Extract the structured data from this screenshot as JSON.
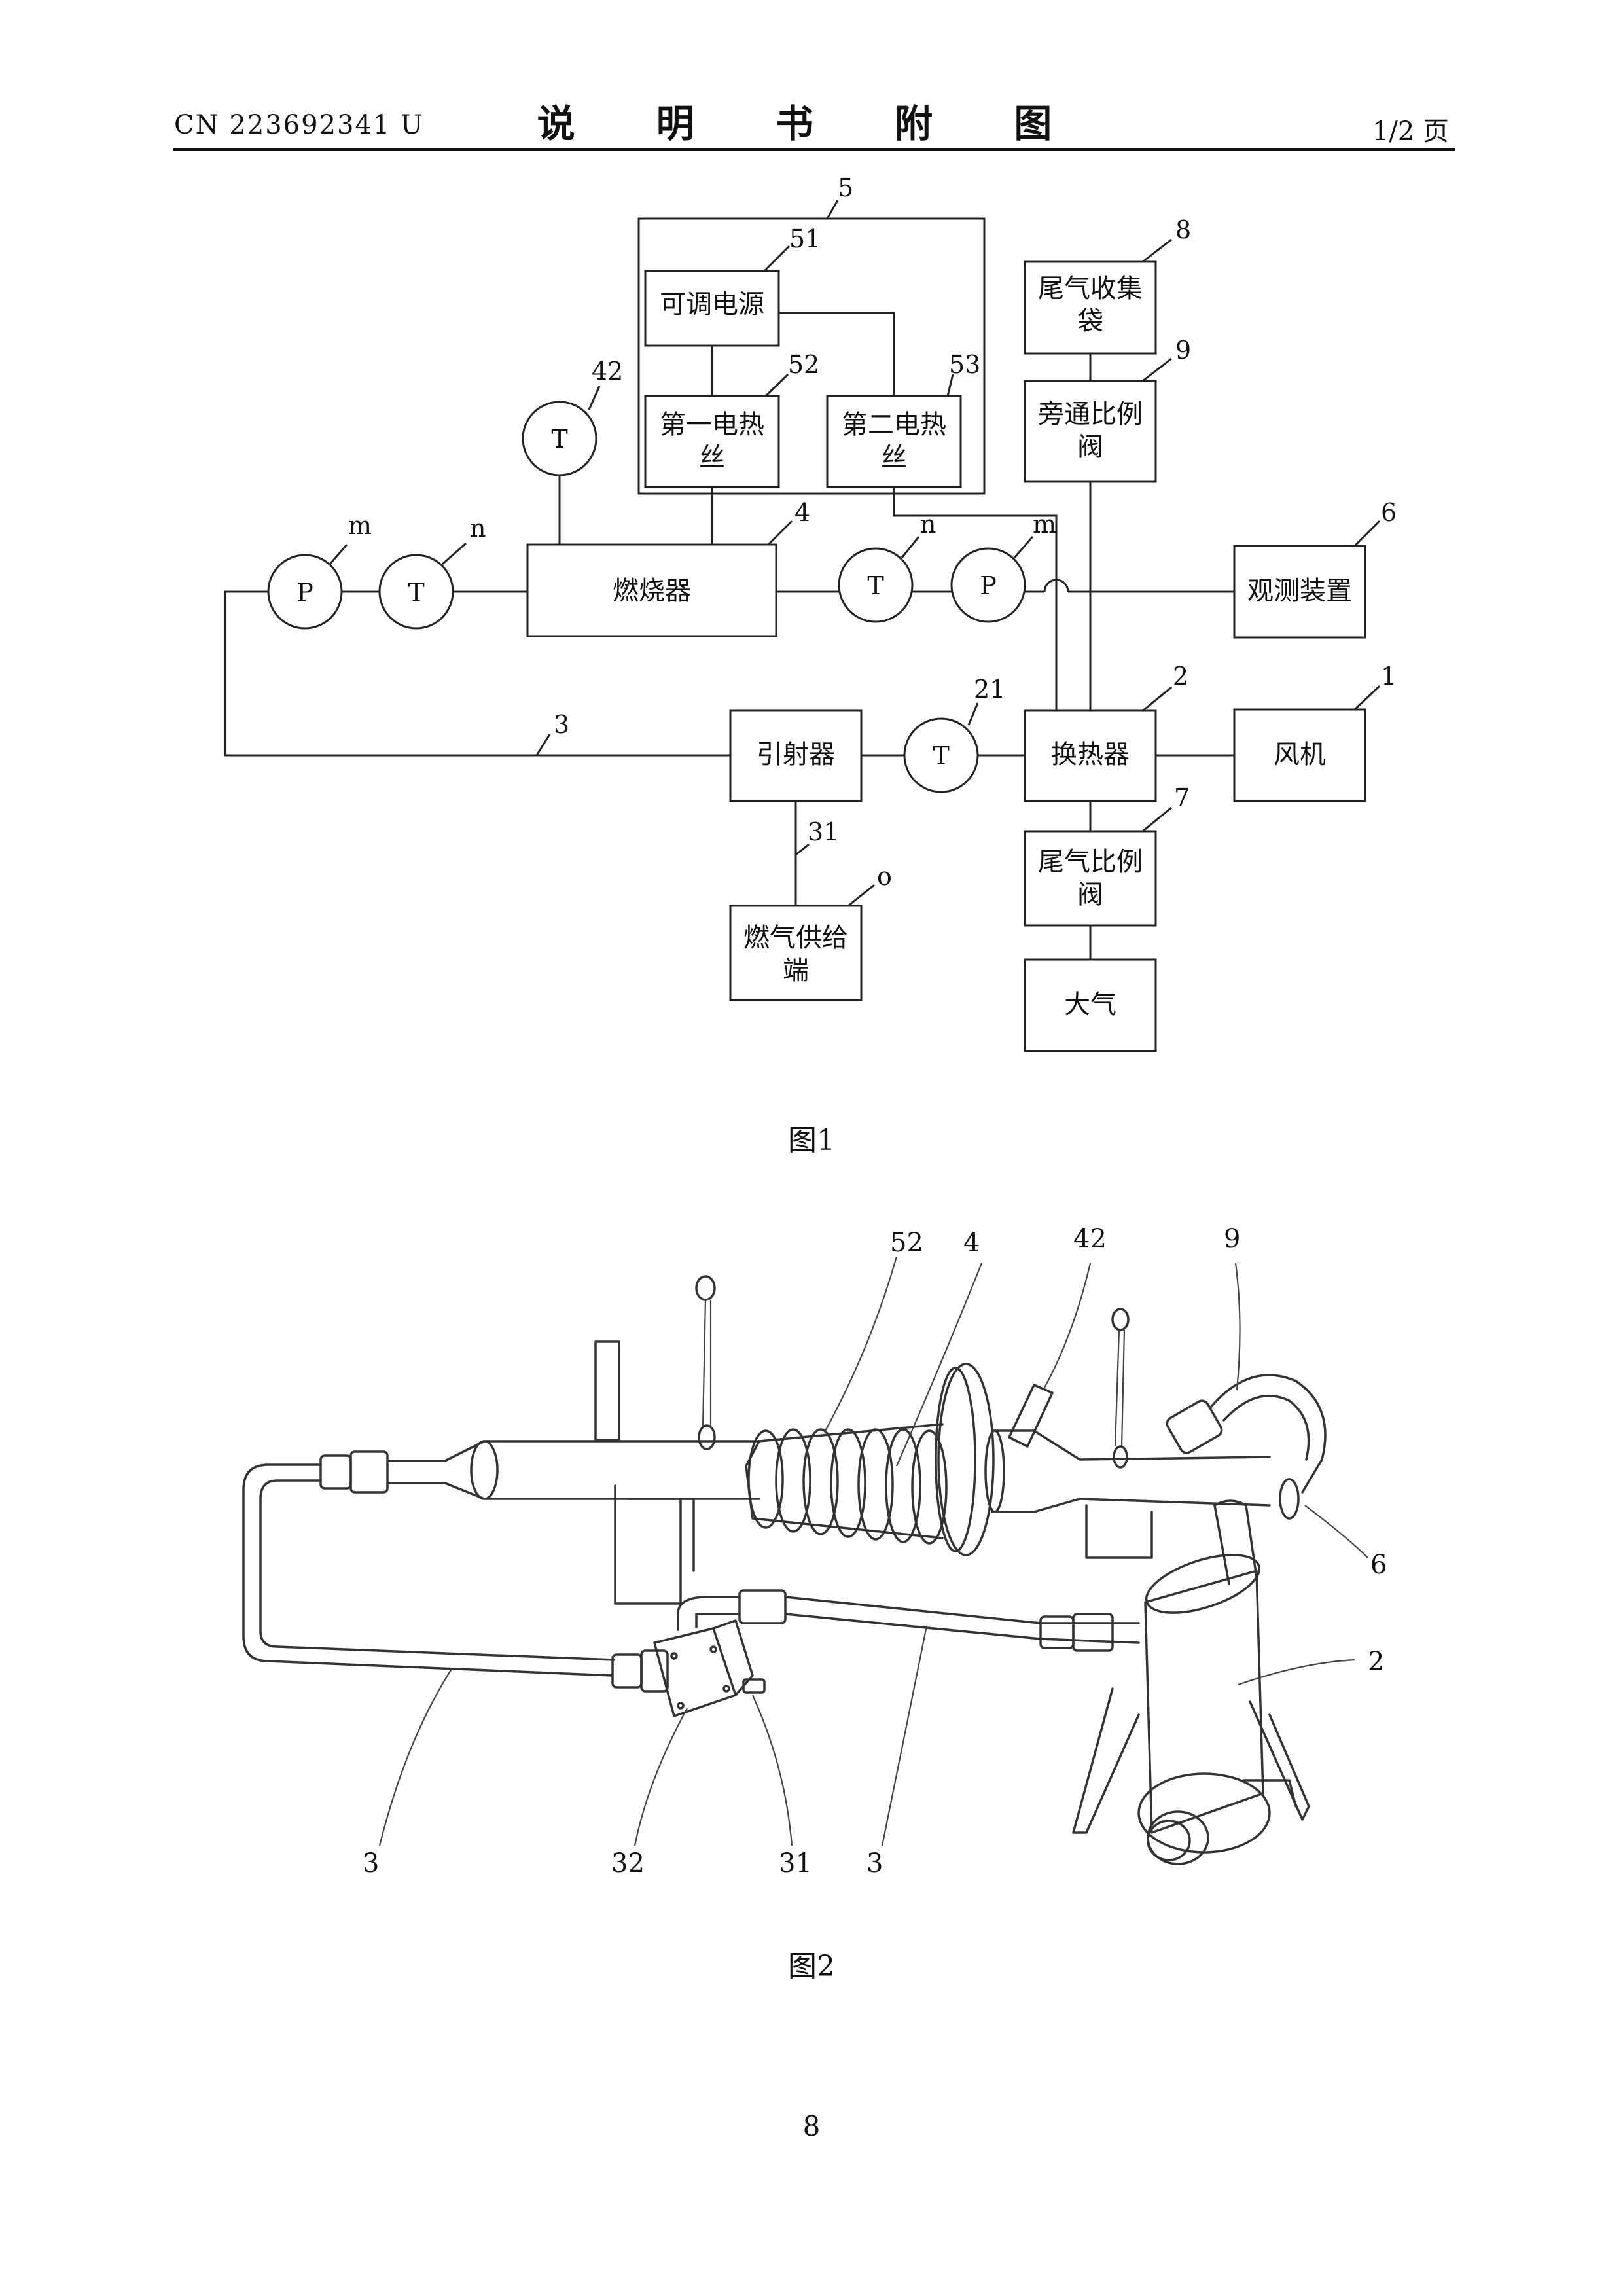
{
  "header": {
    "doc_number": "CN 223692341 U",
    "title": "说 明 书 附 图",
    "page_of": "1/2 页"
  },
  "figure1": {
    "caption": "图1",
    "boxes": {
      "power": {
        "lines": [
          "可调电源"
        ]
      },
      "heater1": {
        "lines": [
          "第一电热",
          "丝"
        ]
      },
      "heater2": {
        "lines": [
          "第二电热",
          "丝"
        ]
      },
      "burner": {
        "lines": [
          "燃烧器"
        ]
      },
      "bag": {
        "lines": [
          "尾气收集",
          "袋"
        ]
      },
      "bypass": {
        "lines": [
          "旁通比例",
          "阀"
        ]
      },
      "observer": {
        "lines": [
          "观测装置"
        ]
      },
      "ejector": {
        "lines": [
          "引射器"
        ]
      },
      "exchanger": {
        "lines": [
          "换热器"
        ]
      },
      "fan": {
        "lines": [
          "风机"
        ]
      },
      "tailvalve": {
        "lines": [
          "尾气比例",
          "阀"
        ]
      },
      "gas": {
        "lines": [
          "燃气供给",
          "端"
        ]
      },
      "atmosphere": {
        "lines": [
          "大气"
        ]
      }
    },
    "sensors": {
      "s42": "T",
      "sP1": "P",
      "sT1": "T",
      "sT2": "T",
      "sP2": "P",
      "s21": "T"
    },
    "labels": {
      "l5": "5",
      "l51": "51",
      "l52": "52",
      "l53": "53",
      "l42": "42",
      "l4": "4",
      "l8": "8",
      "l9": "9",
      "l6": "6",
      "l1": "1",
      "l2": "2",
      "l7": "7",
      "l21": "21",
      "l3": "3",
      "l31": "31",
      "lo": "o",
      "lm1": "m",
      "ln1": "n",
      "ln2": "n",
      "lm2": "m"
    }
  },
  "figure2": {
    "caption": "图2",
    "labels": {
      "f52": "52",
      "f4": "4",
      "f42": "42",
      "f9": "9",
      "f6": "6",
      "f2": "2",
      "f3a": "3",
      "f32": "32",
      "f31": "31",
      "f3b": "3"
    }
  },
  "page_number": "8"
}
